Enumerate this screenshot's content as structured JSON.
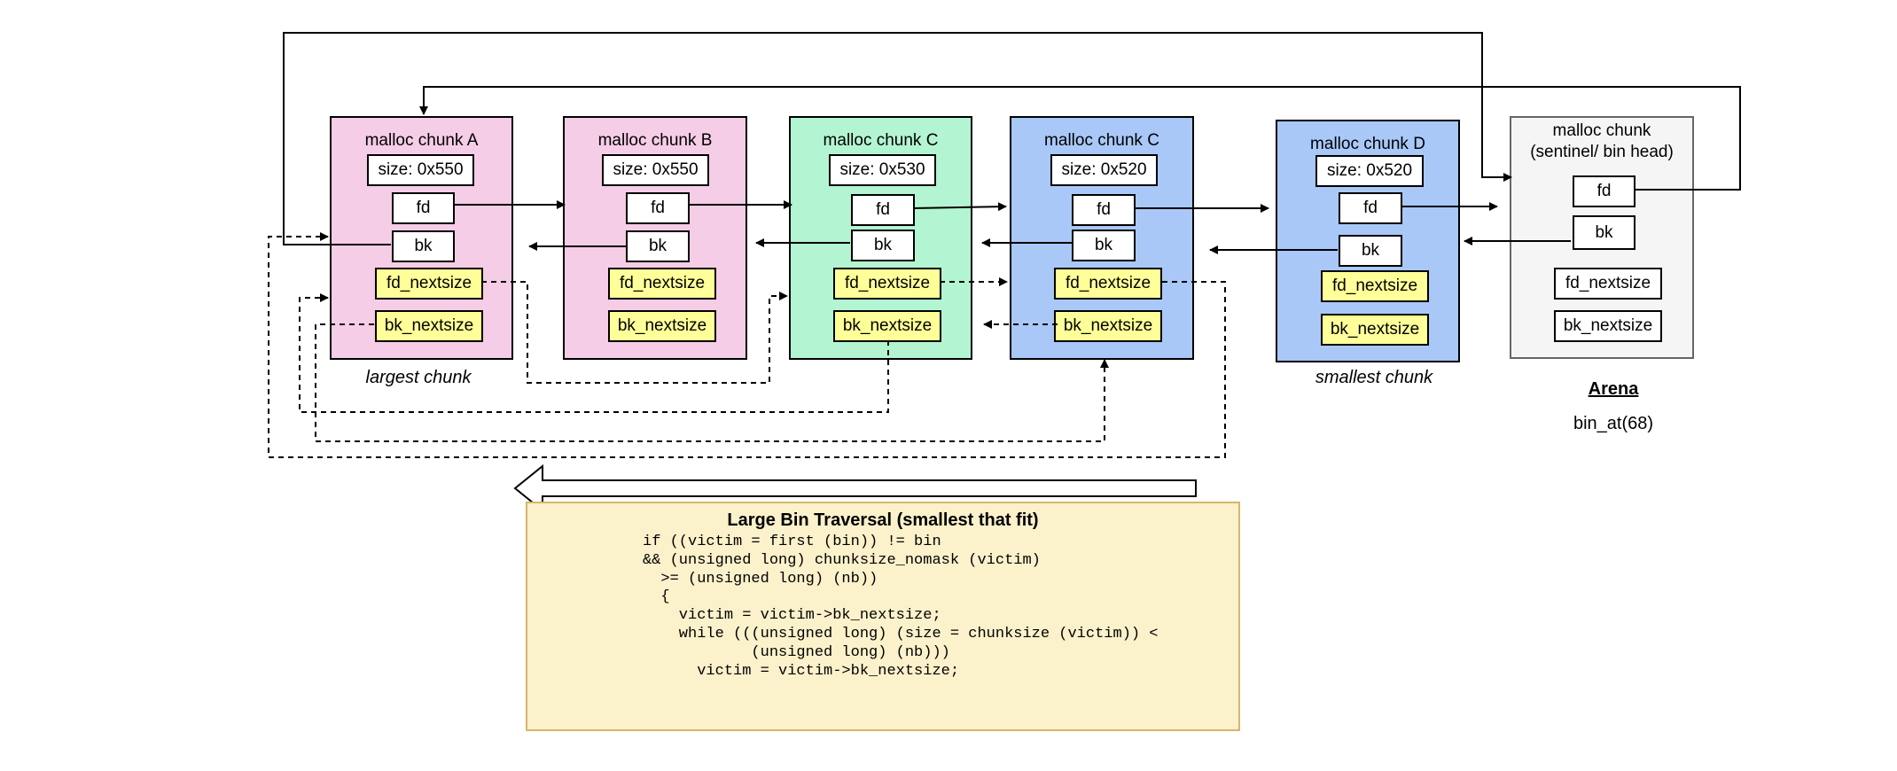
{
  "chunks": [
    {
      "title": "malloc chunk A",
      "size": "size: 0x550",
      "fd": "fd",
      "bk": "bk",
      "fd_nextsize": "fd_nextsize",
      "bk_nextsize": "bk_nextsize",
      "color": "#f5cde6"
    },
    {
      "title": "malloc chunk B",
      "size": "size: 0x550",
      "fd": "fd",
      "bk": "bk",
      "fd_nextsize": "fd_nextsize",
      "bk_nextsize": "bk_nextsize",
      "color": "#f5cde6"
    },
    {
      "title": "malloc chunk C",
      "size": "size: 0x530",
      "fd": "fd",
      "bk": "bk",
      "fd_nextsize": "fd_nextsize",
      "bk_nextsize": "bk_nextsize",
      "color": "#b3f5d2"
    },
    {
      "title": "malloc chunk C",
      "size": "size: 0x520",
      "fd": "fd",
      "bk": "bk",
      "fd_nextsize": "fd_nextsize",
      "bk_nextsize": "bk_nextsize",
      "color": "#a9c8f7"
    },
    {
      "title": "malloc chunk D",
      "size": "size: 0x520",
      "fd": "fd",
      "bk": "bk",
      "fd_nextsize": "fd_nextsize",
      "bk_nextsize": "bk_nextsize",
      "color": "#a9c8f7"
    }
  ],
  "sentinel": {
    "title_line1": "malloc chunk",
    "title_line2": "(sentinel/ bin head)",
    "fd": "fd",
    "bk": "bk",
    "fd_nextsize": "fd_nextsize",
    "bk_nextsize": "bk_nextsize",
    "color": "#f5f5f5"
  },
  "captions": {
    "largest": "largest chunk",
    "smallest": "smallest chunk"
  },
  "arena": {
    "title": "Arena",
    "subtitle": "bin_at(68)"
  },
  "code": {
    "title": "Large Bin Traversal (smallest that fit)",
    "text": "if ((victim = first (bin)) != bin\n&& (unsigned long) chunksize_nomask (victim)\n  >= (unsigned long) (nb))\n  {\n    victim = victim->bk_nextsize;\n    while (((unsigned long) (size = chunksize (victim)) <\n            (unsigned long) (nb)))\n      victim = victim->bk_nextsize;"
  },
  "colors": {
    "pink": "#f5cde6",
    "green": "#b3f5d2",
    "blue": "#a9c8f7",
    "yellow_field": "#ffff99",
    "code_bg": "#fbf1cb",
    "code_border": "#d7b56d",
    "sentinel_bg": "#f5f5f5"
  }
}
